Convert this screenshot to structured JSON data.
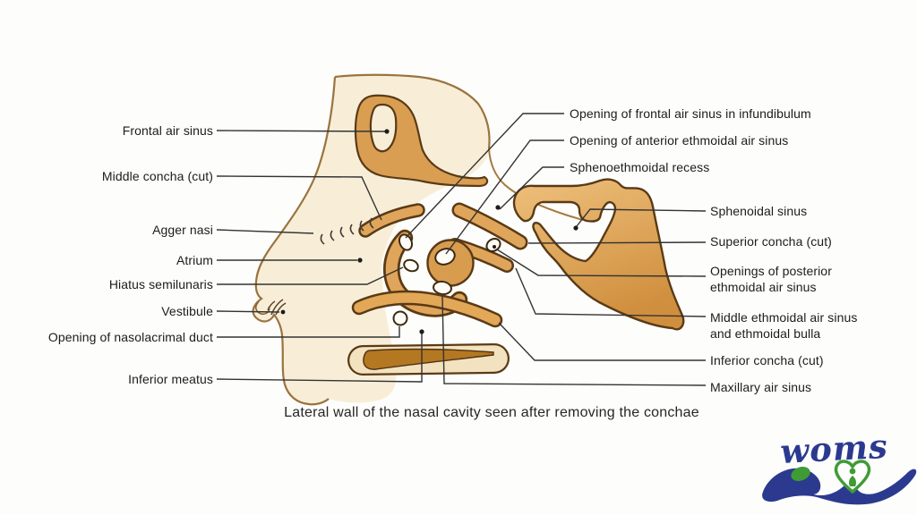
{
  "figure": {
    "caption": "Lateral wall of the nasal cavity seen after removing the conchae",
    "left_labels": [
      "Frontal air sinus",
      "Middle concha (cut)",
      "Agger nasi",
      "Atrium",
      "Hiatus semilunaris",
      "Vestibule",
      "Opening of nasolacrimal duct",
      "Inferior meatus"
    ],
    "right_labels": [
      "Opening of frontal air sinus in infundibulum",
      "Opening of anterior ethmoidal air sinus",
      "Sphenoethmoidal recess",
      "Sphenoidal sinus",
      "Superior concha (cut)",
      "Openings of posterior ethmoidal air sinus",
      "Middle ethmoidal air sinus and ethmoidal bulla",
      "Inferior concha (cut)",
      "Maxillary air sinus"
    ]
  },
  "logo": {
    "text": "woms"
  },
  "colors": {
    "ink": "#1c1c1c",
    "leader_line": "#333333",
    "bone_tan": "#dfa55a",
    "bone_dark_tan": "#c88a3a",
    "bone_outline": "#5a3a16",
    "face_cream": "#f8eed8",
    "face_outline": "#9a7340",
    "palate_inner": "#b47722",
    "logo_navy": "#2b3a8f",
    "logo_green": "#3f9c35"
  }
}
